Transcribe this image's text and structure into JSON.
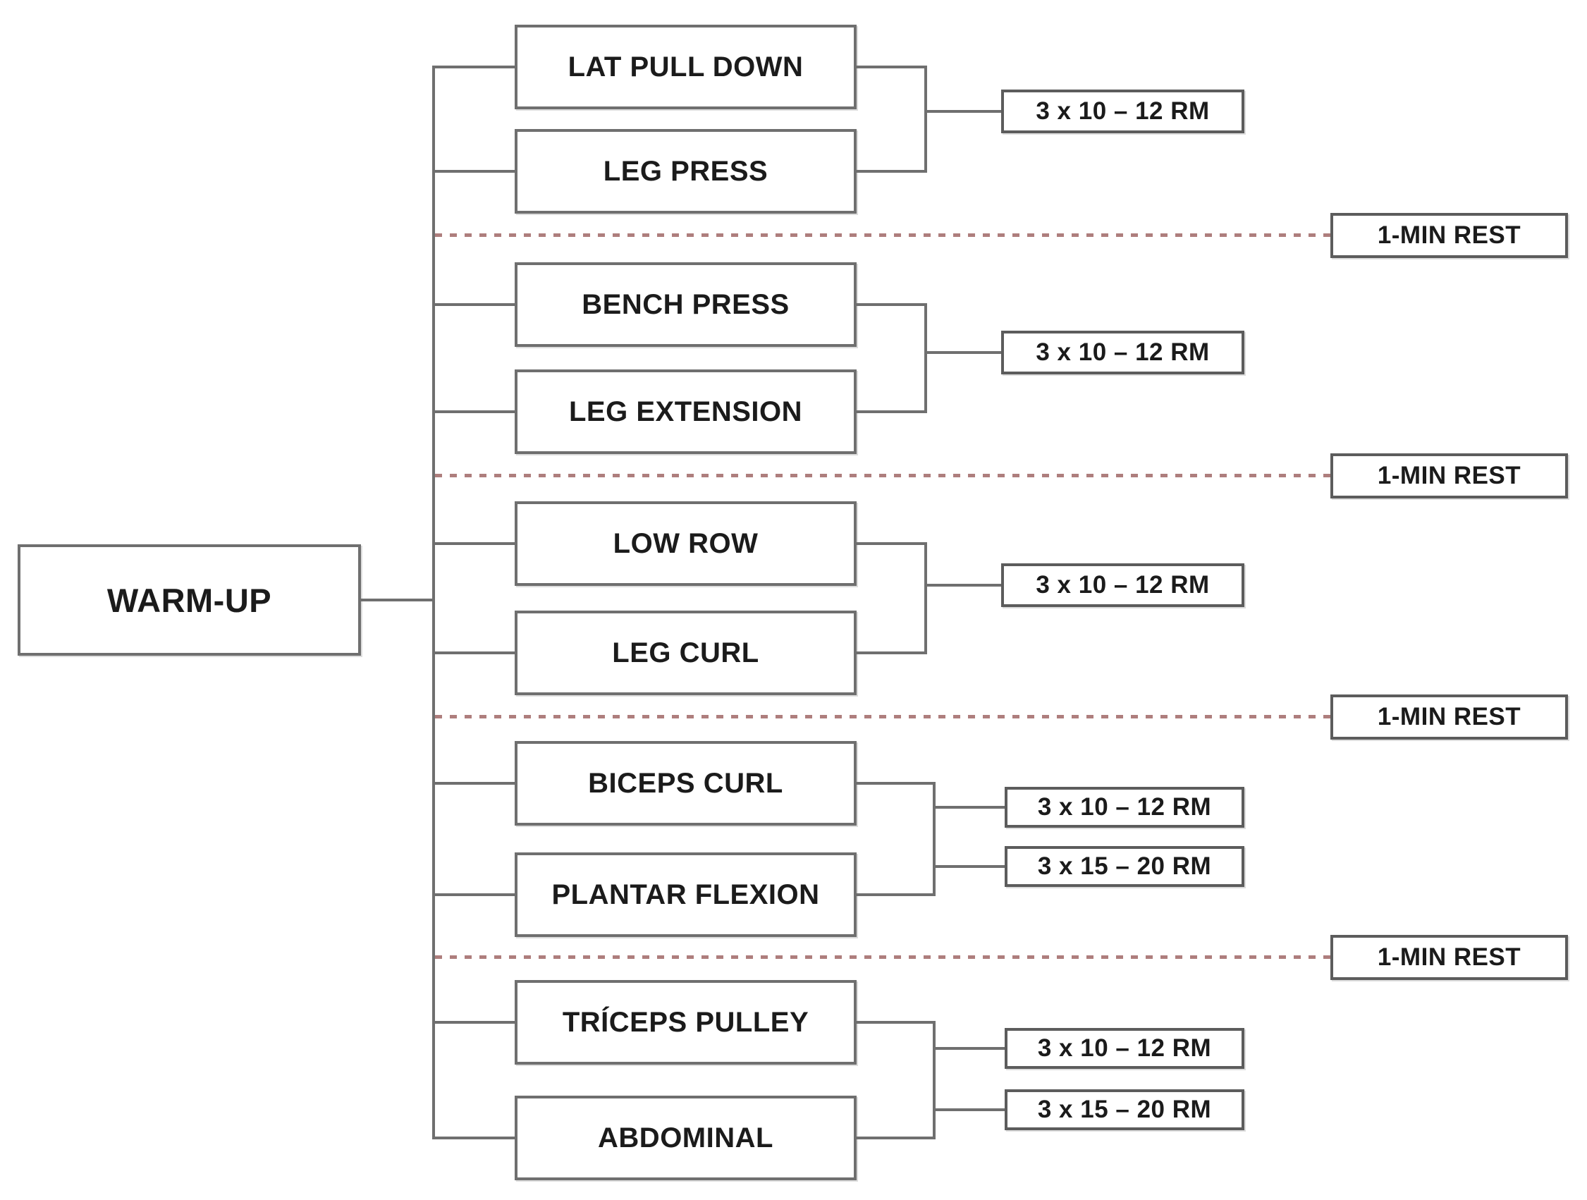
{
  "root": {
    "label": "WARM-UP"
  },
  "groups": [
    {
      "exercises": [
        "LAT PULL DOWN",
        "LEG PRESS"
      ],
      "sets": [
        "3 x 10 – 12 RM"
      ],
      "followed_by": "1-MIN REST"
    },
    {
      "exercises": [
        "BENCH PRESS",
        "LEG EXTENSION"
      ],
      "sets": [
        "3 x 10 – 12 RM"
      ],
      "followed_by": "1-MIN REST"
    },
    {
      "exercises": [
        "LOW ROW",
        "LEG CURL"
      ],
      "sets": [
        "3 x 10 – 12 RM"
      ],
      "followed_by": "1-MIN REST"
    },
    {
      "exercises": [
        "BICEPS CURL",
        "PLANTAR FLEXION"
      ],
      "sets": [
        "3 x 10 – 12 RM",
        "3 x 15 – 20 RM"
      ],
      "followed_by": "1-MIN REST"
    },
    {
      "exercises": [
        "TRÍCEPS PULLEY",
        "ABDOMINAL"
      ],
      "sets": [
        "3 x 10 – 12 RM",
        "3 x 15 – 20 RM"
      ]
    }
  ],
  "colors": {
    "connector_line": "#6f6f6f",
    "rest_dashed_line": "#ae7e7d",
    "box_border": "#6f6f6f",
    "text": "#1b1b1b",
    "background": "#ffffff"
  }
}
